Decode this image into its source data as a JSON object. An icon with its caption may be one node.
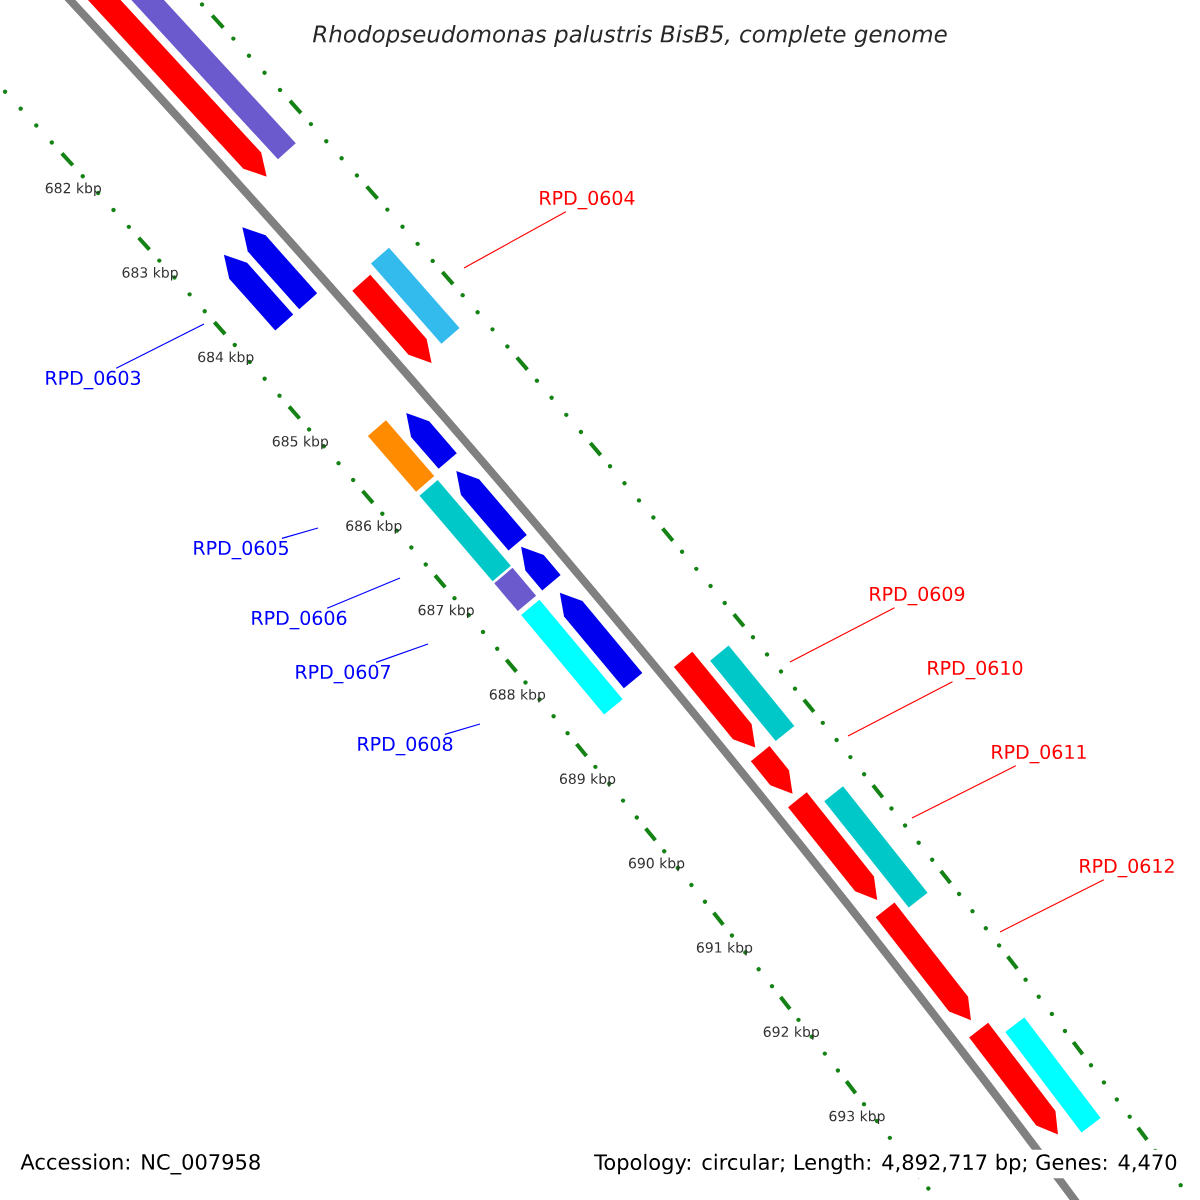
{
  "diagram": {
    "title": "Rhodopseudomonas palustris BisB5, complete genome",
    "nodes": [
      {
        "text": [
          "RPD_0604"
        ]
      },
      {
        "text": [
          "RPD_0603"
        ]
      },
      {
        "text": [
          "RPD_0605"
        ]
      },
      {
        "text": [
          "RPD_0609"
        ]
      },
      {
        "text": [
          "RPD_0606"
        ]
      },
      {
        "text": [
          "RPD_0610"
        ]
      },
      {
        "text": [
          "RPD_0607"
        ]
      },
      {
        "text": [
          "RPD_0608"
        ]
      },
      {
        "text": [
          "RPD_0611"
        ]
      },
      {
        "text": [
          "RPD_0612"
        ]
      }
    ],
    "edges": [
      {
        "from": 0,
        "to": null,
        "arrow": "none",
        "color": "#ff0000"
      },
      {
        "from": 1,
        "to": null,
        "arrow": "none",
        "color": "#0000ff"
      },
      {
        "from": 2,
        "to": null,
        "arrow": "none",
        "color": "#0000ff"
      },
      {
        "from": 3,
        "to": null,
        "arrow": "none",
        "color": "#ff0000"
      },
      {
        "from": 4,
        "to": null,
        "arrow": "none",
        "color": "#0000ff"
      },
      {
        "from": 5,
        "to": null,
        "arrow": "none",
        "color": "#ff0000"
      },
      {
        "from": 6,
        "to": null,
        "arrow": "none",
        "color": "#0000ff"
      },
      {
        "from": 7,
        "to": null,
        "arrow": "none",
        "color": "#0000ff"
      },
      {
        "from": 8,
        "to": null,
        "arrow": "none",
        "color": "#ff0000"
      },
      {
        "from": 9,
        "to": null,
        "arrow": "none",
        "color": "#ff0000"
      }
    ],
    "labels": [
      "682 kbp",
      "683 kbp",
      "684 kbp",
      "685 kbp",
      "686 kbp",
      "687 kbp",
      "688 kbp",
      "689 kbp",
      "690 kbp",
      "691 kbp",
      "692 kbp",
      "693 kbp",
      "Accession: NC_007958",
      "Topology: circular; Length: 4,892,717 bp; Genes: 4,470"
    ]
  }
}
